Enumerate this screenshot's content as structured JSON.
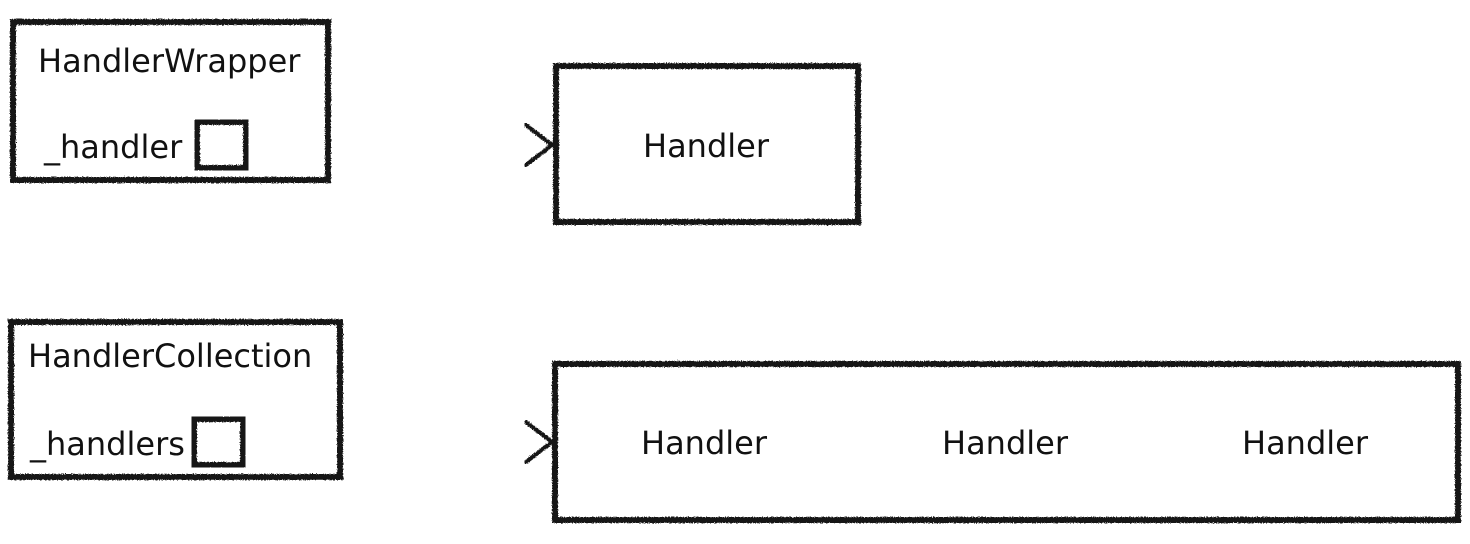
{
  "wrapper": {
    "title": "HandlerWrapper",
    "field_label": "_handler",
    "target_label": "Handler"
  },
  "collection": {
    "title": "HandlerCollection",
    "field_label": "_handlers",
    "items": [
      "Handler",
      "Handler",
      "Handler"
    ]
  },
  "style": {
    "stroke_color": "#161616",
    "text_color": "#111111",
    "background": "#ffffff"
  }
}
